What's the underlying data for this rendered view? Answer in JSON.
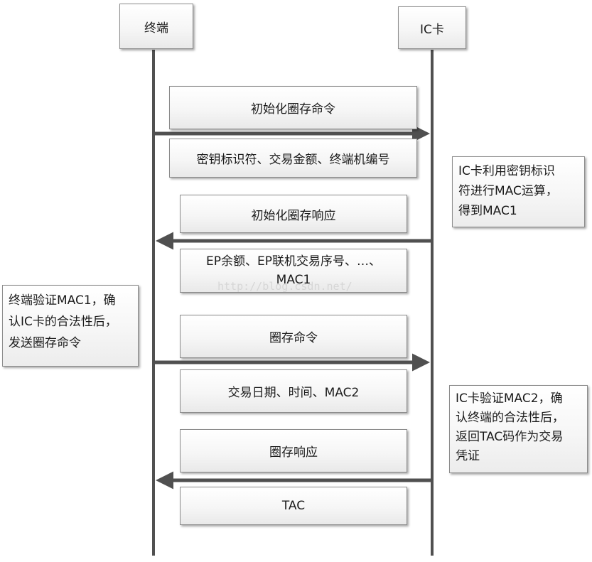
{
  "actors": {
    "terminal": "终端",
    "card": "IC卡"
  },
  "messages": [
    {
      "label": "初始化圈存命令",
      "direction": "to-card"
    },
    {
      "label": "密钥标识符、交易金额、终端机编号",
      "direction": "to-card"
    },
    {
      "label": "初始化圈存响应",
      "direction": "to-terminal"
    },
    {
      "lines": [
        "EP余额、EP联机交易序号、…、",
        "MAC1"
      ],
      "direction": "to-terminal"
    },
    {
      "label": "圈存命令",
      "direction": "to-card"
    },
    {
      "label": "交易日期、时间、MAC2",
      "direction": "to-card"
    },
    {
      "label": "圈存响应",
      "direction": "to-terminal"
    },
    {
      "label": "TAC",
      "direction": "to-terminal"
    }
  ],
  "notes": {
    "card_mac1": [
      "IC卡利用密钥标识",
      "符进行MAC运算，",
      "得到MAC1"
    ],
    "terminal_verify": [
      "终端验证MAC1，确",
      "认IC卡的合法性后，",
      "发送圈存命令"
    ],
    "card_verify": [
      "IC卡验证MAC2，确",
      "认终端的合法性后，",
      "返回TAC码作为交易",
      "凭证"
    ]
  },
  "watermark": "http://blog.csdn.net/",
  "colors": {
    "lifeline": "#505050",
    "border": "#8c8c8c"
  }
}
